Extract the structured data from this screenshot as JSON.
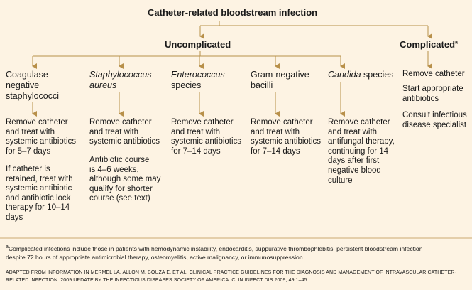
{
  "title": "Catheter-related bloodstream infection",
  "uncomplicated": "Uncomplicated",
  "complicated": "Complicated",
  "complicated_sup": "a",
  "columns": [
    {
      "h1": "Coagulase-",
      "h2": "negative",
      "h3": "staphylococci",
      "t1": [
        "Remove catheter",
        "and treat with",
        "systemic antibiotics",
        "for 5–7 days"
      ],
      "t2": [
        "If catheter is",
        "retained, treat with",
        "systemic antibiotic",
        "and antibiotic lock",
        "therapy for 10–14",
        "days"
      ]
    },
    {
      "h1": "Staphylococcus",
      "h2": "aureus",
      "t1": [
        "Remove catheter",
        "and treat with",
        "systemic antibiotics"
      ],
      "t2": [
        "Antibiotic course",
        "is 4–6 weeks,",
        "although some may",
        "qualify for shorter",
        "course (see text)"
      ]
    },
    {
      "h1": "Enterococcus",
      "h2": "species",
      "t1": [
        "Remove catheter",
        "and treat with",
        "systemic antibiotics",
        "for 7–14 days"
      ]
    },
    {
      "h1": "Gram-negative",
      "h2": "bacilli",
      "t1": [
        "Remove catheter",
        "and treat with",
        "systemic antibiotics",
        "for 7–14 days"
      ]
    },
    {
      "h1a": "Candida",
      "h1b": " species",
      "t1": [
        "Remove catheter",
        "and treat with",
        "antifungal therapy,",
        "continuing for 14",
        "days after first",
        "negative blood",
        "culture"
      ]
    }
  ],
  "complicated_items": [
    [
      "Remove catheter"
    ],
    [
      "Start appropriate",
      "antibiotics"
    ],
    [
      "Consult infectious",
      "disease specialist"
    ]
  ],
  "footnote_sup": "a",
  "footnote_1": "Complicated infections include those in patients with hemodynamic instability, endocarditis, suppurative thrombophlebitis, persistent bloodstream infection",
  "footnote_2": "despite 72 hours of appropriate antimicrobial therapy, osteomyelitis, active malignancy, or immunosuppression.",
  "source_1": "Adapted from information in Mermel LA, Allon M, Bouza E, et al. Clinical practice guidelines for the diagnosis and management of intravascular catheter-",
  "source_2": "related infection: 2009 update by the Infectious Diseases Society of America. Clin Infect Dis 2009; 49:1–45.",
  "colors": {
    "line": "#b8904a",
    "bg": "#fdf3e3",
    "text": "#1a1a1a"
  }
}
